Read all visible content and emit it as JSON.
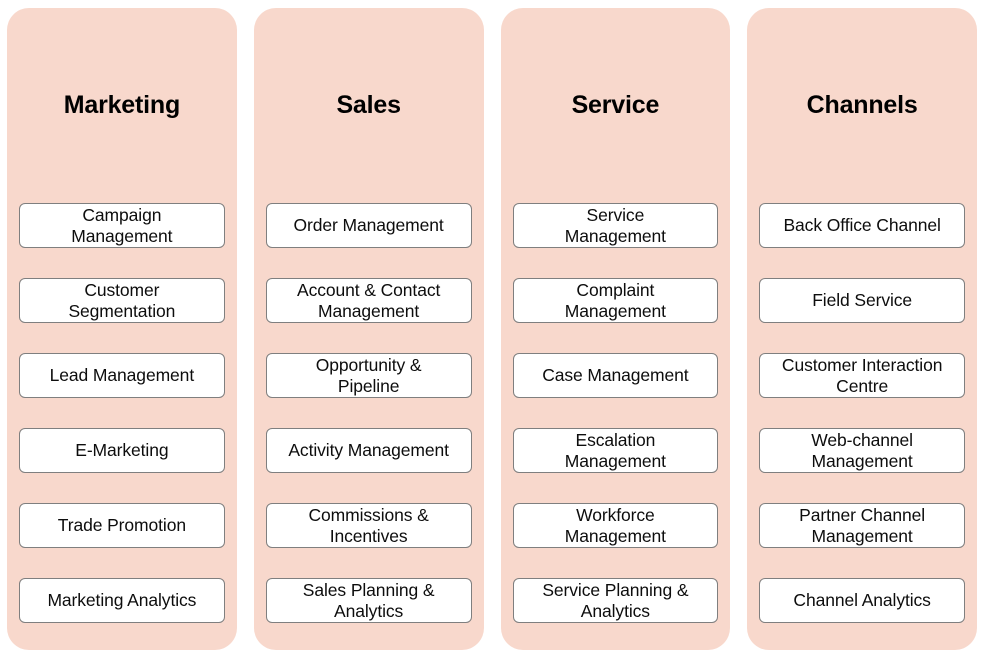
{
  "diagram": {
    "title_shown": false,
    "colors": {
      "panel_background": "#F8D8CC",
      "card_background": "#FFFFFF",
      "card_border": "#7F7F7F",
      "text": "#000000",
      "page_background": "#FFFFFF"
    },
    "columns": [
      {
        "title": "Marketing",
        "cards": [
          {
            "label": "Campaign\nManagement"
          },
          {
            "label": "Customer\nSegmentation"
          },
          {
            "label": "Lead Management"
          },
          {
            "label": "E-Marketing"
          },
          {
            "label": "Trade Promotion"
          },
          {
            "label": "Marketing Analytics"
          }
        ]
      },
      {
        "title": "Sales",
        "cards": [
          {
            "label": "Order Management"
          },
          {
            "label": "Account & Contact\nManagement"
          },
          {
            "label": "Opportunity &\nPipeline"
          },
          {
            "label": "Activity Management"
          },
          {
            "label": "Commissions &\nIncentives"
          },
          {
            "label": "Sales Planning &\nAnalytics"
          }
        ]
      },
      {
        "title": "Service",
        "cards": [
          {
            "label": "Service\nManagement"
          },
          {
            "label": "Complaint\nManagement"
          },
          {
            "label": "Case Management"
          },
          {
            "label": "Escalation\nManagement"
          },
          {
            "label": "Workforce\nManagement"
          },
          {
            "label": "Service Planning &\nAnalytics"
          }
        ]
      },
      {
        "title": "Channels",
        "cards": [
          {
            "label": "Back Office Channel"
          },
          {
            "label": "Field Service"
          },
          {
            "label": "Customer Interaction\nCentre"
          },
          {
            "label": "Web-channel\nManagement"
          },
          {
            "label": "Partner Channel\nManagement"
          },
          {
            "label": "Channel Analytics"
          }
        ]
      }
    ]
  }
}
